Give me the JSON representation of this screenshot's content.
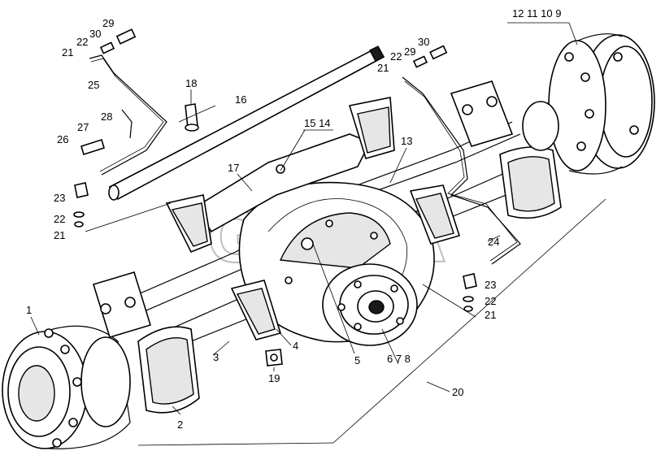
{
  "diagram": {
    "watermark": "GEJIA",
    "callouts": [
      {
        "id": "c1",
        "text": "1"
      },
      {
        "id": "c2",
        "text": "2"
      },
      {
        "id": "c3",
        "text": "3"
      },
      {
        "id": "c4",
        "text": "4"
      },
      {
        "id": "c5",
        "text": "5"
      },
      {
        "id": "c678",
        "text": "6 7 8"
      },
      {
        "id": "c9",
        "text": "12 11 10 9"
      },
      {
        "id": "c13",
        "text": "13"
      },
      {
        "id": "c1514",
        "text": "15 14"
      },
      {
        "id": "c16",
        "text": "16"
      },
      {
        "id": "c17",
        "text": "17"
      },
      {
        "id": "c18",
        "text": "18"
      },
      {
        "id": "c19",
        "text": "19"
      },
      {
        "id": "c20",
        "text": "20"
      },
      {
        "id": "c24",
        "text": "24"
      },
      {
        "id": "c25",
        "text": "25"
      },
      {
        "id": "c26",
        "text": "26"
      },
      {
        "id": "c27",
        "text": "27"
      },
      {
        "id": "c28",
        "text": "28"
      },
      {
        "id": "c29a",
        "text": "29"
      },
      {
        "id": "c30a",
        "text": "30"
      },
      {
        "id": "c22a",
        "text": "22"
      },
      {
        "id": "c21a",
        "text": "21"
      },
      {
        "id": "c29b",
        "text": "29"
      },
      {
        "id": "c30b",
        "text": "30"
      },
      {
        "id": "c22b",
        "text": "22"
      },
      {
        "id": "c21b",
        "text": "21"
      },
      {
        "id": "c23a",
        "text": "23"
      },
      {
        "id": "c22c",
        "text": "22"
      },
      {
        "id": "c21c",
        "text": "21"
      },
      {
        "id": "c23b",
        "text": "23"
      },
      {
        "id": "c22d",
        "text": "22"
      },
      {
        "id": "c21d",
        "text": "21"
      }
    ]
  }
}
